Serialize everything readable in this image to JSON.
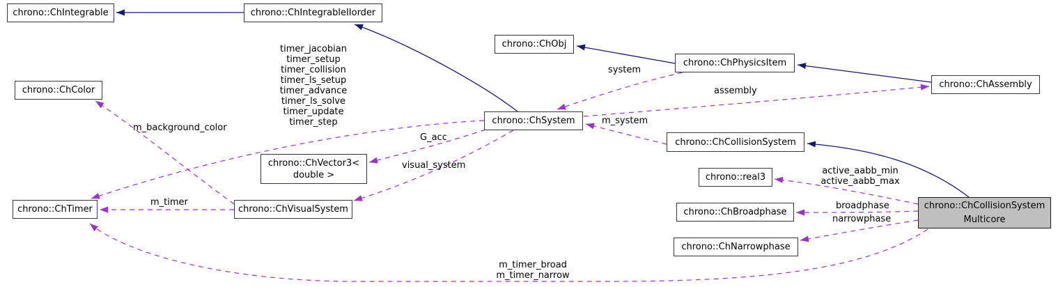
{
  "diagram": {
    "kind": "doxygen-collaboration-graph",
    "focus_class": "chrono::ChCollisionSystemMulticore",
    "colors": {
      "inheritance_edge": "#191970",
      "usage_edge": "#9a32cd",
      "node_fill": "#ffffff",
      "node_border": "#35353d",
      "focus_node_fill": "#bfbfbf",
      "focus_node_border": "#1a1a1a"
    }
  },
  "nodes": {
    "integrable": {
      "label": "chrono::ChIntegrable"
    },
    "integrable_iiorder": {
      "label": "chrono::ChIntegrableIIorder"
    },
    "obj": {
      "label": "chrono::ChObj"
    },
    "physics_item": {
      "label": "chrono::ChPhysicsItem"
    },
    "assembly": {
      "label": "chrono::ChAssembly"
    },
    "system": {
      "label": "chrono::ChSystem"
    },
    "color": {
      "label": "chrono::ChColor"
    },
    "vector3": {
      "lines": [
        "chrono::ChVector3<",
        "double >"
      ]
    },
    "visual_system": {
      "label": "chrono::ChVisualSystem"
    },
    "timer": {
      "label": "chrono::ChTimer"
    },
    "collision_system": {
      "label": "chrono::ChCollisionSystem"
    },
    "real3": {
      "label": "chrono::real3"
    },
    "broadphase": {
      "label": "chrono::ChBroadphase"
    },
    "narrowphase": {
      "label": "chrono::ChNarrowphase"
    },
    "collision_system_multicore": {
      "lines": [
        "chrono::ChCollisionSystem",
        "Multicore"
      ]
    }
  },
  "edge_labels": {
    "timers": {
      "lines": [
        "timer_jacobian",
        "timer_setup",
        "timer_collision",
        "timer_ls_setup",
        "timer_advance",
        "timer_ls_solve",
        "timer_update",
        "timer_step"
      ]
    },
    "system": "system",
    "assembly": "assembly",
    "m_system": "m_system",
    "g_acc": "G_acc",
    "visual_system": "visual_system",
    "m_background_color": "m_background_color",
    "m_timer": "m_timer",
    "active_aabb": {
      "lines": [
        "active_aabb_min",
        "active_aabb_max"
      ]
    },
    "broadphase": "broadphase",
    "narrowphase": "narrowphase",
    "m_timer_broad_narrow": {
      "lines": [
        "m_timer_broad",
        "m_timer_narrow"
      ]
    }
  }
}
